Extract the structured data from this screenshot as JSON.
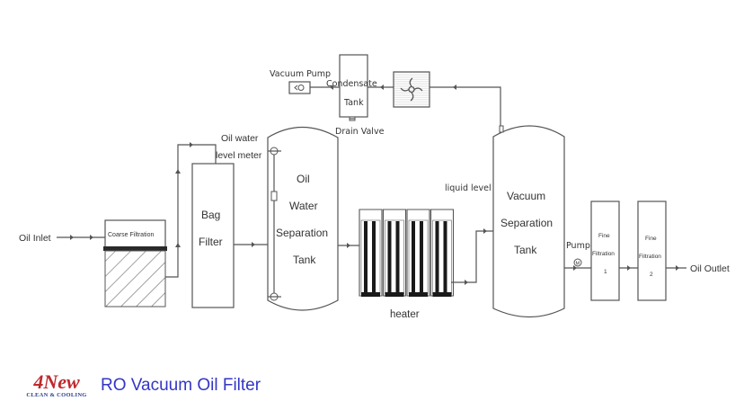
{
  "diagram": {
    "labels": {
      "oil_inlet": "Oil Inlet",
      "coarse_filtration": "Coarse Filtration",
      "bag_filter": [
        "Bag",
        "Filter"
      ],
      "oil_water_level_meter": [
        "Oil water",
        "level meter"
      ],
      "oil_water_separation_tank": [
        "Oil",
        "Water",
        "Separation",
        "Tank"
      ],
      "heater": "heater",
      "vacuum_pump": "Vacuum Pump",
      "condensate_tank": [
        "Condensate",
        "Tank"
      ],
      "drain_valve": "Drain Valve",
      "liquid_level": "liquid level",
      "vacuum_separation_tank": [
        "Vacuum",
        "Separation",
        "Tank"
      ],
      "pump": "Pump",
      "motor_symbol": "M",
      "fine_filtration_1": [
        "Fine",
        "Filtration",
        "1"
      ],
      "fine_filtration_2": [
        "Fine",
        "Filtration",
        "2"
      ],
      "oil_outlet": "Oil Outlet"
    },
    "colors": {
      "line": "#555555",
      "text": "#333333",
      "heater_element": "#1a1a1a"
    }
  },
  "footer": {
    "logo_main": "4New",
    "logo_sub": "CLEAN & COOLING",
    "title": "RO Vacuum Oil Filter",
    "logo_color": "#c0282d",
    "logo_sub_color": "#2b3c8c",
    "title_color": "#3336c4"
  }
}
